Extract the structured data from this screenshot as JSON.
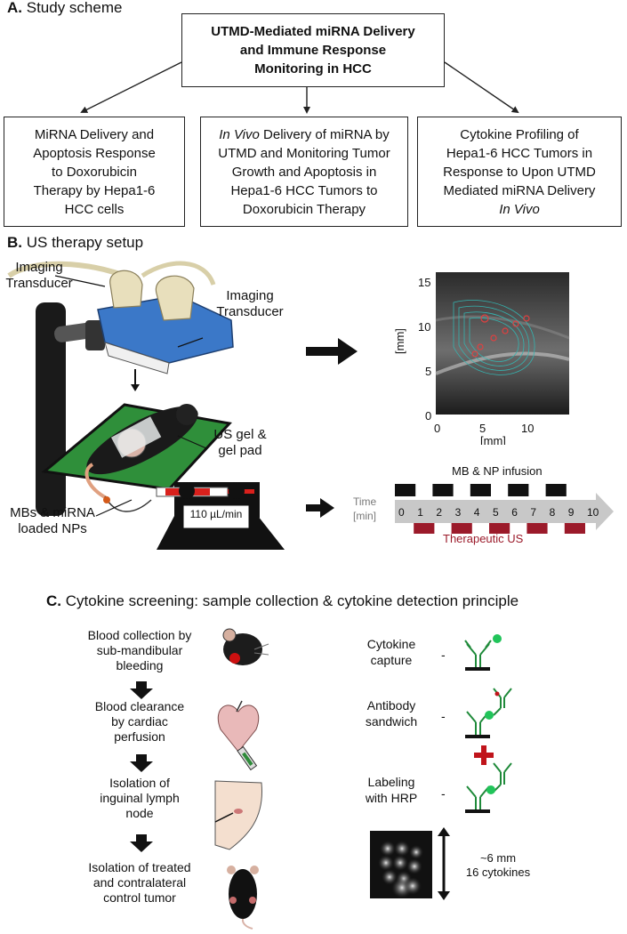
{
  "section_a": {
    "letter": "A.",
    "title": "Study scheme",
    "main_box": [
      "UTMD-Mediated miRNA Delivery",
      "and Immune Response",
      "Monitoring in HCC"
    ],
    "box1": [
      "MiRNA Delivery and",
      "Apoptosis Response",
      "to Doxorubicin",
      "Therapy by Hepa1-6",
      "HCC cells"
    ],
    "box2": {
      "line1_italic": "In Vivo",
      "line1_rest": " Delivery of miRNA by",
      "lines": [
        "UTMD and Monitoring Tumor",
        "Growth and Apoptosis in",
        "Hepa1-6 HCC Tumors to",
        "Doxorubicin Therapy"
      ]
    },
    "box3": {
      "lines": [
        "Cytokine Profiling of",
        "Hepa1-6 HCC Tumors in",
        "Response to Upon UTMD",
        "Mediated miRNA Delivery"
      ],
      "last_italic": "In Vivo"
    }
  },
  "section_b": {
    "letter": "B.",
    "title": "US therapy setup",
    "imaging_transducer_1": [
      "Imaging",
      "Transducer"
    ],
    "imaging_transducer_2": [
      "Imaging",
      "Transducer"
    ],
    "us_gel": [
      "US gel &",
      "gel pad"
    ],
    "mbs_label": [
      "MBs & miRNA",
      "loaded NPs"
    ],
    "pump_rate": "110 µL/min",
    "us_image": {
      "x_ticks": [
        "0",
        "5",
        "10"
      ],
      "y_ticks": [
        "0",
        "5",
        "10",
        "15"
      ],
      "xlabel": "[mm]",
      "ylabel": "[mm]"
    },
    "timeline": {
      "infusion_label": "MB & NP infusion",
      "time_label": [
        "Time",
        "[min]"
      ],
      "ticks": [
        "0",
        "1",
        "2",
        "3",
        "4",
        "5",
        "6",
        "7",
        "8",
        "9",
        "10"
      ],
      "therapeutic_label": "Therapeutic US"
    }
  },
  "section_c": {
    "letter": "C.",
    "title": "Cytokine screening: sample collection & cytokine detection principle",
    "steps": [
      [
        "Blood collection by",
        "sub-mandibular",
        "bleeding"
      ],
      [
        "Blood clearance",
        "by cardiac",
        "perfusion"
      ],
      [
        "Isolation of",
        "inguinal lymph",
        "node"
      ],
      [
        "Isolation of treated",
        "and contralateral",
        "control tumor"
      ]
    ],
    "detection": [
      [
        "Cytokine",
        "capture"
      ],
      [
        "Antibody",
        "sandwich"
      ],
      [
        "Labeling",
        "with HRP"
      ]
    ],
    "dash": "-",
    "scale": [
      "~6 mm",
      "16 cytokines"
    ]
  },
  "colors": {
    "antibody_green": "#1f8a3a",
    "cytokine_dot": "#21c45a",
    "hrp_red": "#c0141b",
    "us_red": "#9b1a2a",
    "pad_green": "#2f8f3a",
    "transducer_blue": "#3b78c8",
    "arrow_gray": "#c8c8c8"
  }
}
